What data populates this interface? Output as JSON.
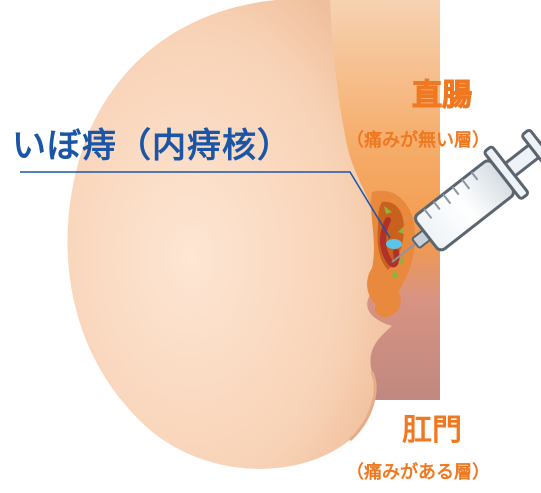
{
  "labels": {
    "hemorrhoid": "いぼ痔（内痔核）",
    "rectum": "直腸",
    "rectum_note": "（痛みが無い層）",
    "anus": "肛門",
    "anus_note": "（痛みがある層）"
  },
  "colors": {
    "skin": "#f8d6bd",
    "skin_shadow": "#eebc98",
    "rectum_orange": "#f5a35c",
    "anal_canal": "#c48c86",
    "hemorrhoid": "#e07a2a",
    "blood_vessel": "#c0392b",
    "label_blue": "#1a55a8",
    "label_orange": "#f07820"
  },
  "icons": [
    "syringe-icon",
    "arrow-icon"
  ]
}
